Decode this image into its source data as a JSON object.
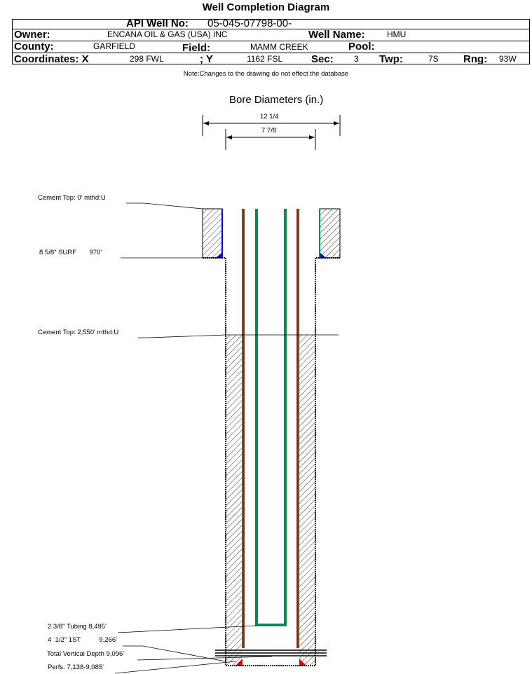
{
  "title": "Well Completion Diagram",
  "header": {
    "api_label": "API Well No:",
    "api_value": "05-045-07798-00-",
    "owner_label": "Owner:",
    "owner_value": "ENCANA OIL & GAS (USA) INC",
    "wellname_label": "Well Name:",
    "wellname_value": "HMU",
    "county_label": "County:",
    "county_value": "GARFIELD",
    "field_label": "Field:",
    "field_value": "MAMM CREEK",
    "pool_label": "Pool:",
    "coordx_label": "Coordinates: X",
    "coordx_value": "298 FWL",
    "coordy_label": "; Y",
    "coordy_value": "1162 FSL",
    "sec_label": "Sec:",
    "sec_value": "3",
    "twp_label": "Twp:",
    "twp_value": "7S",
    "rng_label": "Rng:",
    "rng_value": "93W"
  },
  "note": "Note:Changes to the drawing do not effect the database",
  "diagram": {
    "bore_title": "Bore Diameters (in.)",
    "bore_1": "12 1/4",
    "bore_2": "7 7/8",
    "labels": {
      "cement_top_1": "Cement Top: 0' mthd:U",
      "surf_casing": "8 5/8\" SURF       970'",
      "cement_top_2": "Cement Top: 2,550' mthd:U",
      "tubing": "2 3/8\" Tubing 8,495'",
      "prod_casing": "4  1/2\" 1ST          9,266'",
      "tvd": "Total Vertical Depth 9,096'",
      "perfs": "Perfs. 7,138-9,085'"
    },
    "colors": {
      "casing": "#e00000",
      "tubing": "#0a8a50",
      "cement_bottom": "#0000e0"
    }
  }
}
